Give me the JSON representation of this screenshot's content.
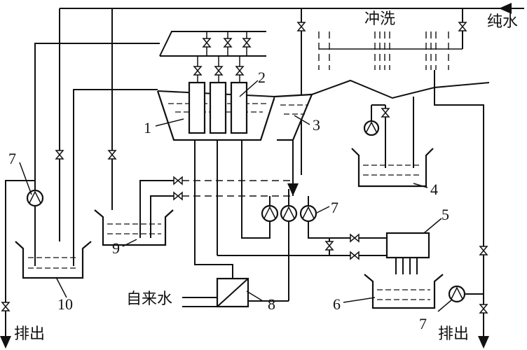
{
  "labels": {
    "rinse": "冲洗",
    "pure_water": "纯水",
    "tap_water": "自来水",
    "drain_left": "排出",
    "drain_right": "排出"
  },
  "numbers": {
    "n1": "1",
    "n2": "2",
    "n3": "3",
    "n4": "4",
    "n5": "5",
    "n6": "6",
    "n7a": "7",
    "n7b": "7",
    "n7c": "7",
    "n8": "8",
    "n9": "9",
    "n10": "10"
  }
}
